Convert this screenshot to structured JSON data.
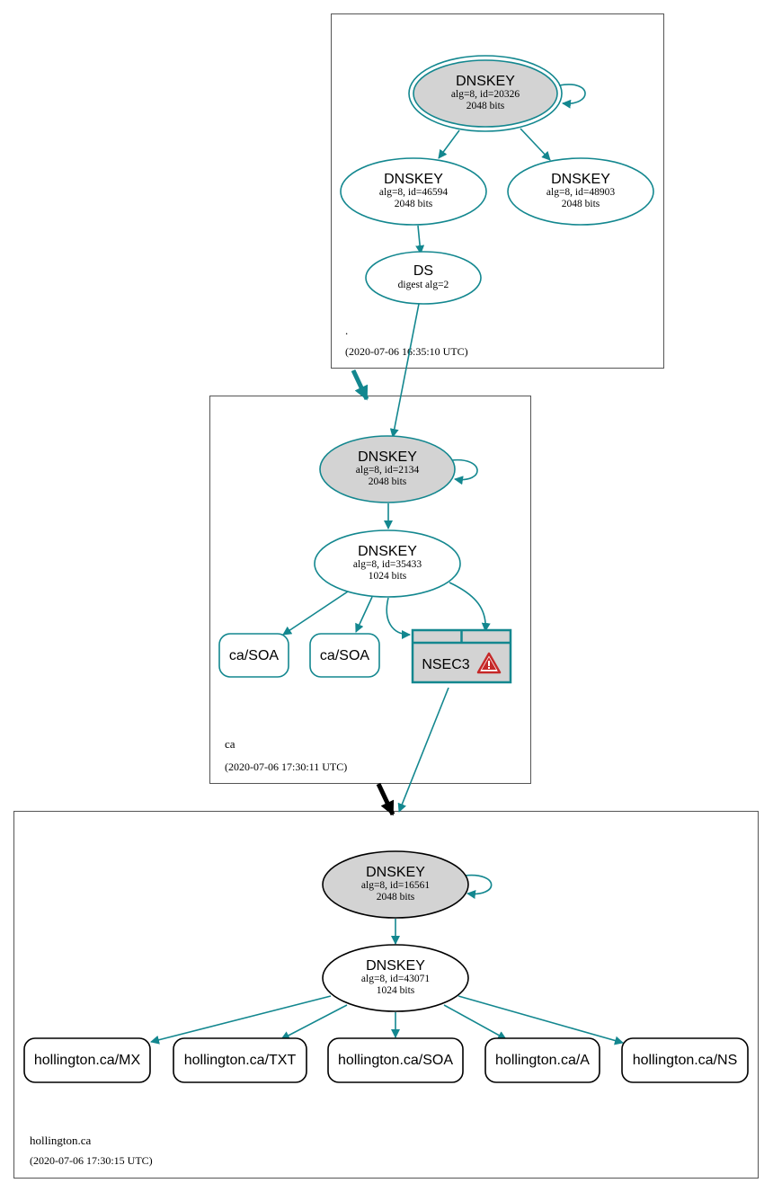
{
  "zones": {
    "root": {
      "name": ".",
      "timestamp": "(2020-07-06 16:35:10 UTC)"
    },
    "ca": {
      "name": "ca",
      "timestamp": "(2020-07-06 17:30:11 UTC)"
    },
    "hollington": {
      "name": "hollington.ca",
      "timestamp": "(2020-07-06 17:30:15 UTC)"
    }
  },
  "nodes": {
    "root_ksk": {
      "title": "DNSKEY",
      "line1": "alg=8, id=20326",
      "line2": "2048 bits"
    },
    "root_zsk1": {
      "title": "DNSKEY",
      "line1": "alg=8, id=46594",
      "line2": "2048 bits"
    },
    "root_zsk2": {
      "title": "DNSKEY",
      "line1": "alg=8, id=48903",
      "line2": "2048 bits"
    },
    "root_ds": {
      "title": "DS",
      "line1": "digest alg=2"
    },
    "ca_ksk": {
      "title": "DNSKEY",
      "line1": "alg=8, id=2134",
      "line2": "2048 bits"
    },
    "ca_zsk": {
      "title": "DNSKEY",
      "line1": "alg=8, id=35433",
      "line2": "1024 bits"
    },
    "ca_soa1": {
      "label": "ca/SOA"
    },
    "ca_soa2": {
      "label": "ca/SOA"
    },
    "ca_nsec3": {
      "label": "NSEC3"
    },
    "h_ksk": {
      "title": "DNSKEY",
      "line1": "alg=8, id=16561",
      "line2": "2048 bits"
    },
    "h_zsk": {
      "title": "DNSKEY",
      "line1": "alg=8, id=43071",
      "line2": "1024 bits"
    },
    "h_mx": {
      "label": "hollington.ca/MX"
    },
    "h_txt": {
      "label": "hollington.ca/TXT"
    },
    "h_soa": {
      "label": "hollington.ca/SOA"
    },
    "h_a": {
      "label": "hollington.ca/A"
    },
    "h_ns": {
      "label": "hollington.ca/NS"
    }
  },
  "colors": {
    "secure_edge": "#13878f",
    "delegation_insecure": "#000000",
    "ksk_fill": "#d3d3d3",
    "warning": "#c62828"
  },
  "icons": {
    "nsec3_warning": "warning-triangle-icon"
  }
}
